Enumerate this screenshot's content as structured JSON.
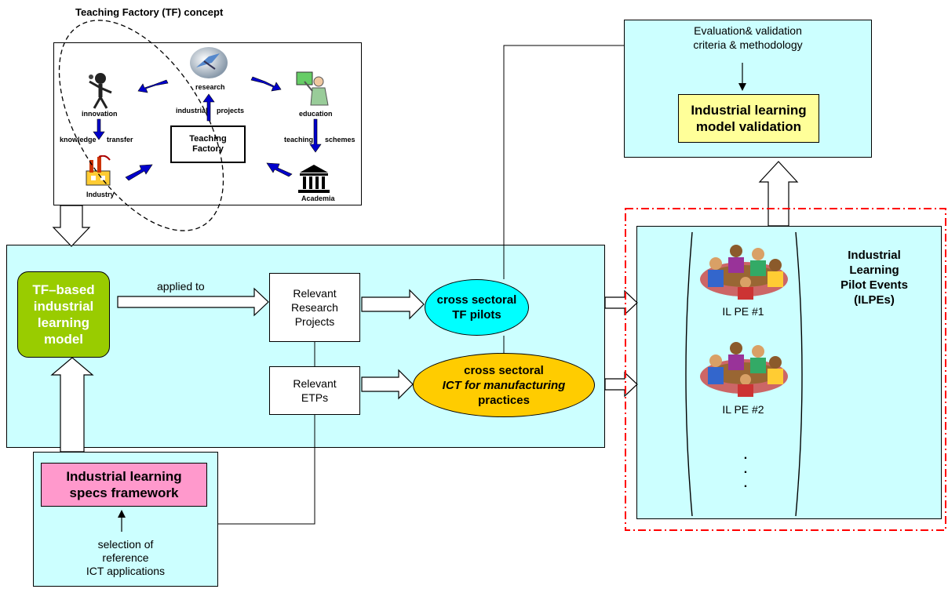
{
  "tf_concept": {
    "title": "Teaching Factory (TF) concept",
    "innovation": "innovation",
    "research": "research",
    "education": "education",
    "industrial_projects_1": "industrial",
    "industrial_projects_2": "projects",
    "knowledge": "knowledge",
    "transfer": "transfer",
    "teaching": "teaching",
    "schemes": "schemes",
    "teaching_factory": "Teaching\nFactory",
    "industry": "Industry",
    "academia": "Academia"
  },
  "validation": {
    "criteria": "Evaluation& validation\ncriteria &  methodology",
    "model_validation": "Industrial learning\nmodel validation"
  },
  "main": {
    "tf_model": "TF–based\nindustrial\nlearning\nmodel",
    "applied_to": "applied to",
    "research_projects": "Relevant\nResearch\nProjects",
    "etps": "Relevant\nETPs",
    "tf_pilots_1": "cross sectoral",
    "tf_pilots_2": "TF pilots",
    "ict_1": "cross sectoral",
    "ict_2": "ICT for manufacturing",
    "ict_3": "practices"
  },
  "specs": {
    "framework": "Industrial learning\nspecs framework",
    "selection": "selection of\nreference\nICT applications"
  },
  "pilots": {
    "title": "Industrial\nLearning\nPilot Events\n(ILPEs)",
    "pe1": "IL PE #1",
    "pe2": "IL PE #2",
    "dots": ".\n.\n."
  },
  "colors": {
    "cyan": "#ccffff",
    "green": "#99cc00",
    "yellow": "#ffff99",
    "pink": "#ff99cc",
    "ellipse_cyan": "#00ffff",
    "ellipse_orange": "#ffcc00",
    "red_dash": "#ff0000",
    "arrow_blue": "#0000cc"
  }
}
